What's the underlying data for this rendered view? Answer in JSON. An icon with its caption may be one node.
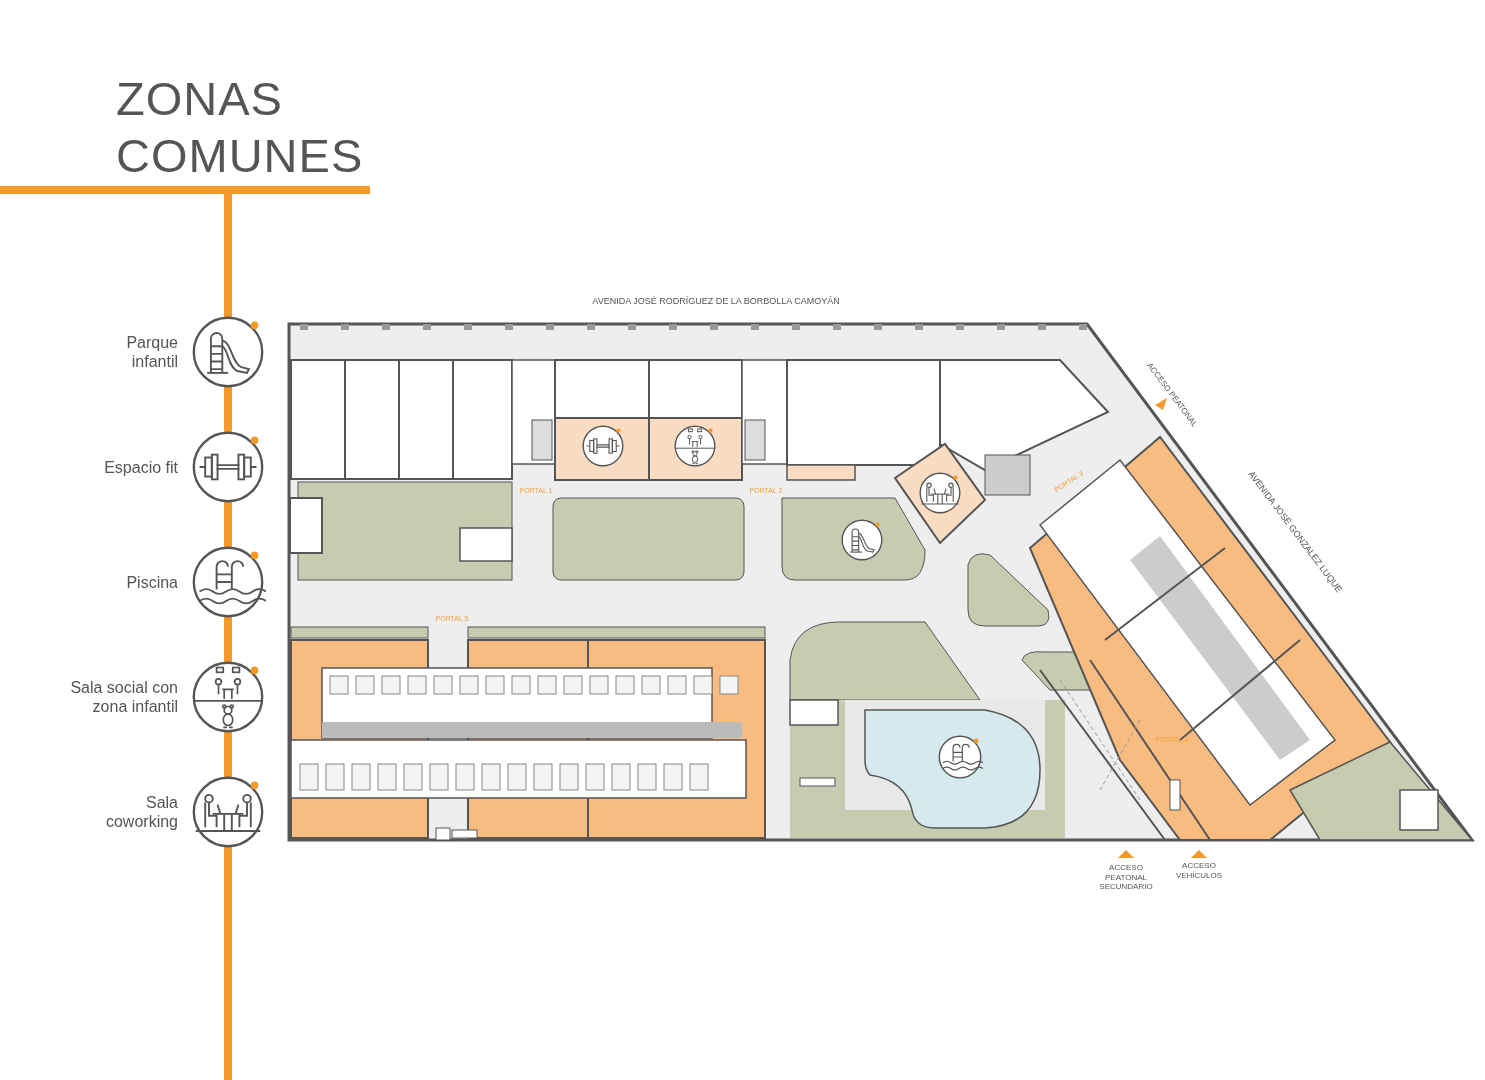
{
  "diagram": {
    "title": "ZONAS COMUNES",
    "labels": [
      "AVENIDA JOSÉ RODRÍGUEZ DE LA BORBOLLA CAMOYÁN",
      "ACCESO PEATONAL",
      "AVENIDA JOSÉ GONZALEZ LUQUE",
      "PORTAL 3",
      "PORTAL 1",
      "PORTAL 2",
      "PORTAL 5",
      "PORTAL 4",
      "ACCESO PEATONAL SECUNDARIO",
      "ACCESO VEHÍCULOS"
    ],
    "legend": [
      {
        "text": "Parque infantil"
      },
      {
        "text": "Espacio fit"
      },
      {
        "text": "Piscina"
      },
      {
        "text": "Sala social con zona infantil"
      },
      {
        "text": "Sala coworking"
      }
    ]
  }
}
